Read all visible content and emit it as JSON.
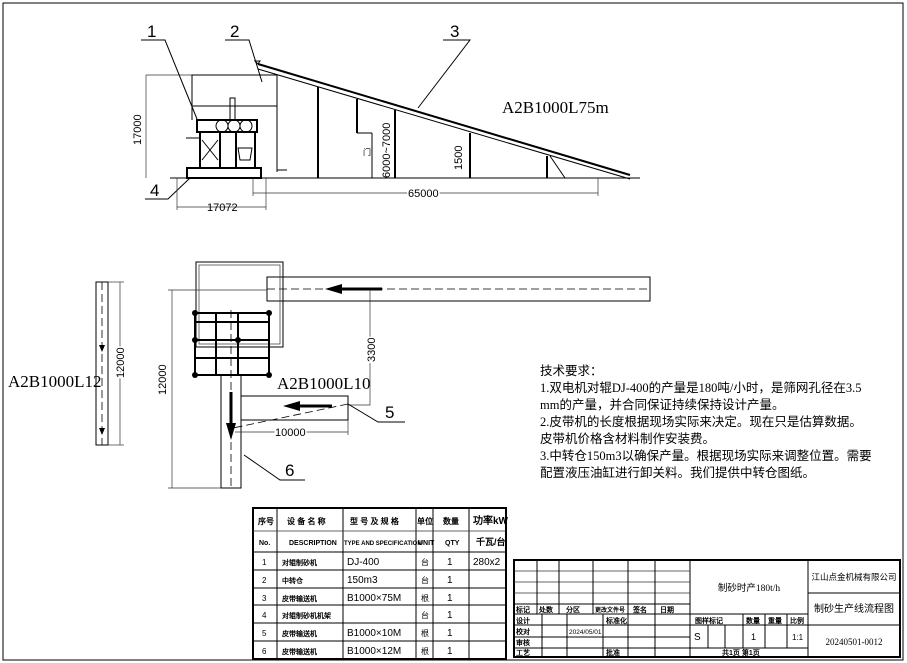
{
  "side_view": {
    "callouts": [
      "1",
      "2",
      "3",
      "4"
    ],
    "conveyor_label": "A2B1000L75m",
    "dim_height": "17000",
    "dim_support": "6000~7000",
    "dim_small": "1500",
    "door_mark": "门",
    "dim_base": "17072",
    "dim_length": "65000"
  },
  "plan_view": {
    "left_conveyor_label": "A2B1000L12",
    "left_conveyor_dim": "12000",
    "overall_dim": "12000",
    "offset_dim": "3300",
    "feed_conveyor_label": "A2B1000L10",
    "feed_conveyor_dim": "10000",
    "callouts": [
      "5",
      "6"
    ]
  },
  "notes": {
    "title": "技术要求：",
    "lines": [
      "1.双电机对辊DJ-400的产量是180吨/小时，是筛网孔径在3.5",
      "mm的产量，并合同保证持续保持设计产量。",
      "2.皮带机的长度根据现场实际来决定。现在只是估算数据。",
      "皮带机价格含材料制作安装费。",
      "3.中转仓150m3以确保产量。根据现场实际来调整位置。需要",
      "配置液压油缸进行卸关料。我们提供中转仓图纸。"
    ]
  },
  "equipment_table": {
    "headers_cn": [
      "序号",
      "设 备 名 称",
      "型 号 及 规 格",
      "单位",
      "数量",
      "功率kW"
    ],
    "headers_en": [
      "No.",
      "DESCRIPTION",
      "TYPE AND SPECIFICATION",
      "UNIT",
      "QTY",
      "千瓦/台"
    ],
    "rows": [
      {
        "no": "1",
        "desc": "对辊制砂机",
        "spec": "DJ-400",
        "unit": "台",
        "qty": "1",
        "power": "280x2"
      },
      {
        "no": "2",
        "desc": "中转仓",
        "spec": "150m3",
        "unit": "台",
        "qty": "1",
        "power": ""
      },
      {
        "no": "3",
        "desc": "皮带输送机",
        "spec": "B1000×75M",
        "unit": "根",
        "qty": "1",
        "power": ""
      },
      {
        "no": "4",
        "desc": "对辊制砂机机架",
        "spec": "",
        "unit": "台",
        "qty": "1",
        "power": ""
      },
      {
        "no": "5",
        "desc": "皮带输送机",
        "spec": "B1000×10M",
        "unit": "根",
        "qty": "1",
        "power": ""
      },
      {
        "no": "6",
        "desc": "皮带输送机",
        "spec": "B1000×12M",
        "unit": "根",
        "qty": "1",
        "power": ""
      }
    ]
  },
  "title_block": {
    "revision_headers": [
      "标记",
      "处数",
      "分区",
      "更改文件号",
      "签名",
      "日期"
    ],
    "design": "设计",
    "standardization": "标准化",
    "check": "校对",
    "check_date": "2024/05/01",
    "review": "审核",
    "process": "工艺",
    "approve": "批准",
    "capacity": "制砂时产180t/h",
    "stage_label": "图样标记",
    "qty_label": "数量",
    "weight_label": "重量",
    "scale_label": "比例",
    "stage": "S",
    "qty": "1",
    "scale": "1:1",
    "pages": "共1页    第1页",
    "company": "江山点金机械有限公司",
    "drawing_title": "制砂生产线流程图",
    "drawing_number": "20240501-0012"
  }
}
